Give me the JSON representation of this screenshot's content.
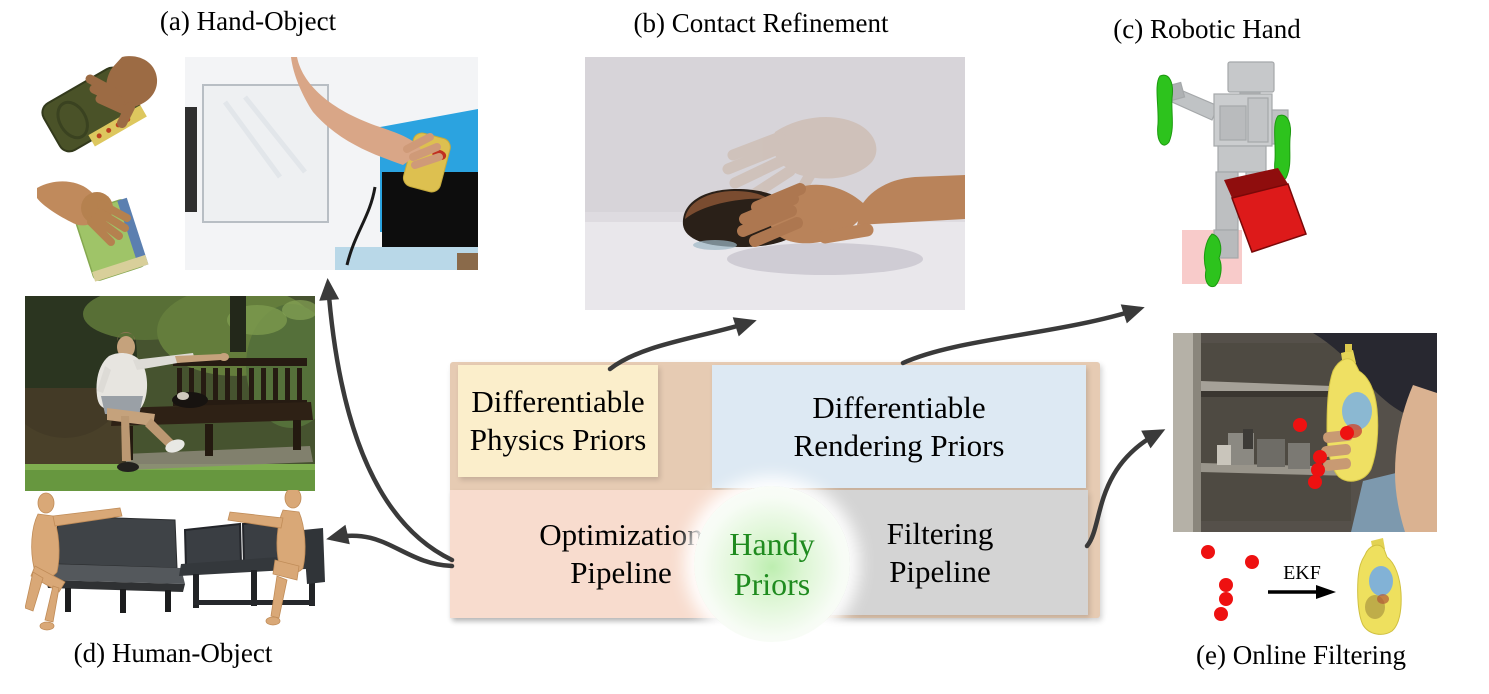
{
  "panels": {
    "a": {
      "label": "(a) Hand-Object"
    },
    "b": {
      "label": "(b) Contact Refinement"
    },
    "c": {
      "label": "(c) Robotic Hand"
    },
    "d": {
      "label": "(d) Human-Object"
    },
    "e": {
      "label": "(e) Online Filtering",
      "ekf_label": "EKF"
    }
  },
  "center": {
    "background_color": "#e6cbb3",
    "physics_box": {
      "line1": "Differentiable",
      "line2": "Physics Priors",
      "color": "#fbeecb"
    },
    "rendering_box": {
      "line1": "Differentiable",
      "line2": "Rendering Priors",
      "color": "#dde9f3"
    },
    "optimization_box": {
      "line1": "Optimization",
      "line2": "Pipeline",
      "color": "#f8dcce"
    },
    "filtering_box": {
      "line1": "Filtering",
      "line2": "Pipeline",
      "color": "#d4d4d4"
    },
    "hub": {
      "line1": "Handy",
      "line2": "Priors",
      "text_color": "#1f8b1f"
    }
  },
  "arrow_color": "#3a3a3a",
  "marker_dot_color": "#ee1111"
}
